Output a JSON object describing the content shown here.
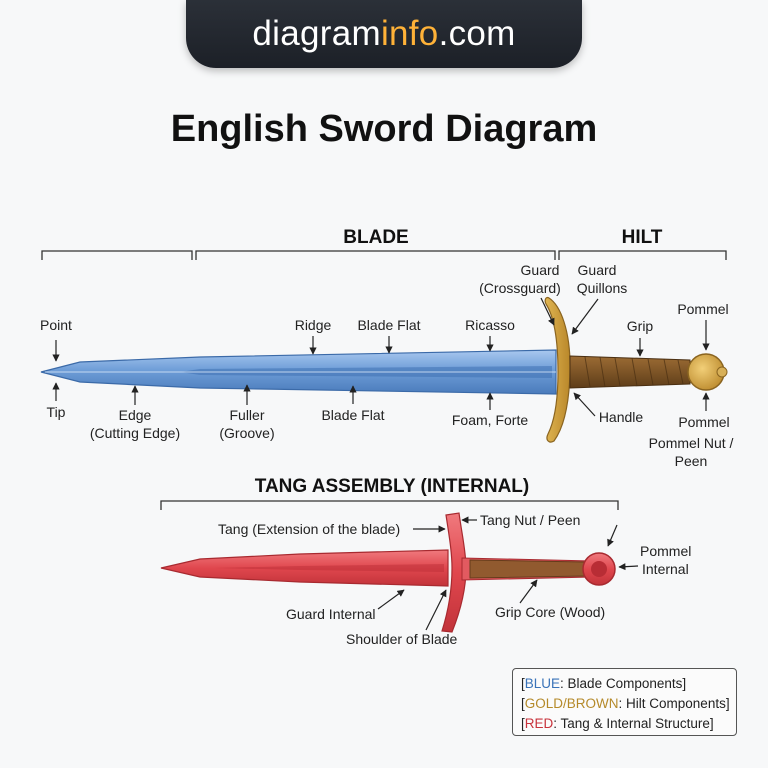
{
  "banner": {
    "prefix": "diagram",
    "accent": "info",
    "suffix": ".com"
  },
  "title": "English Sword Diagram",
  "sections": {
    "blade": "BLADE",
    "hilt": "HILT",
    "tang": "TANG ASSEMBLY (INTERNAL)"
  },
  "labels": {
    "point": "Point",
    "tip": "Tip",
    "edge": [
      "Edge",
      "(Cutting Edge)"
    ],
    "fuller": [
      "Fuller",
      "(Groove)"
    ],
    "blade_flat_lower": "Blade Flat",
    "ridge": "Ridge",
    "blade_flat_upper": "Blade Flat",
    "ricasso": "Ricasso",
    "foam_forte": "Foam, Forte",
    "guard": [
      "Guard",
      "(Crossguard)"
    ],
    "guard_quillons": [
      "Guard",
      "Quillons"
    ],
    "grip": "Grip",
    "handle": "Handle",
    "pommel_top": "Pommel",
    "pommel_bottom": "Pommel",
    "pommel_nut": [
      "Pommel Nut /",
      "Peen"
    ]
  },
  "tang_labels": {
    "tang": "Tang (Extension of the blade)",
    "tang_nut": "Tang Nut / Peen",
    "pommel_internal": [
      "Pommel",
      "Internal"
    ],
    "guard_internal": "Guard Internal",
    "grip_core": "Grip Core (Wood)",
    "shoulder": "Shoulder of Blade"
  },
  "legend": [
    {
      "key": "BLUE",
      "text": ": Blade Components]"
    },
    {
      "key": "GOLD/BROWN",
      "text": ": Hilt Components]"
    },
    {
      "key": "RED",
      "text": ": Tang & Internal Structure]"
    }
  ],
  "colors": {
    "blade": "#6f9ed8",
    "guard": "#c59a3a",
    "grip": "#7a5326",
    "tang": "#e0474e",
    "banner_accent": "#ffb238"
  }
}
